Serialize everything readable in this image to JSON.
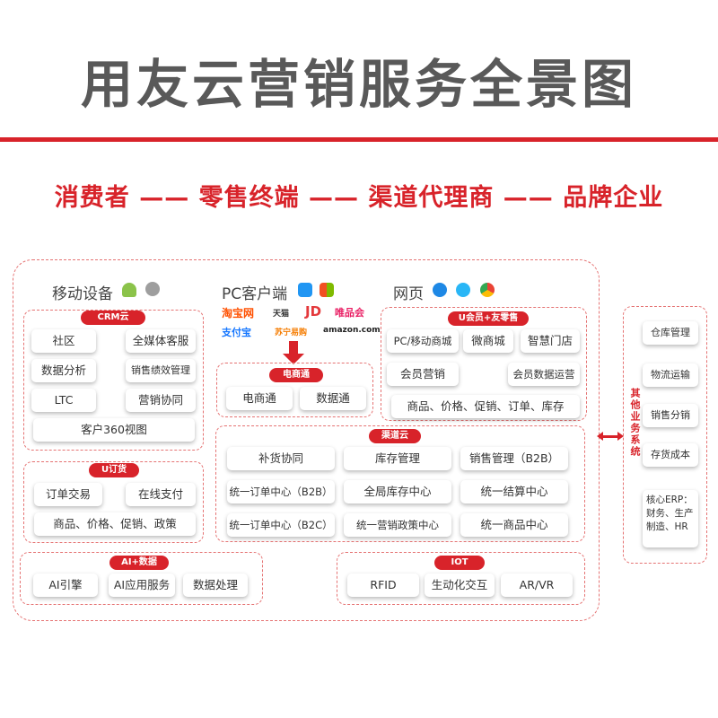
{
  "title": "用友云营销服务全景图",
  "chain": "消费者 —— 零售终端 —— 渠道代理商 —— 品牌企业",
  "heads": {
    "mobile": "移动设备",
    "pc": "PC客户端",
    "web": "网页"
  },
  "logos": {
    "taobao": "淘宝网",
    "tmall": "天猫",
    "jd": "JD",
    "vip": "唯品会",
    "alipay": "支付宝",
    "suning": "苏宁易购",
    "amazon": "amazon.com"
  },
  "crm": {
    "tag": "CRM云",
    "items": [
      "社区",
      "全媒体客服",
      "数据分析",
      "销售绩效管理",
      "LTC",
      "营销协同",
      "客户360视图"
    ]
  },
  "uorder": {
    "tag": "U订货",
    "items": [
      "订单交易",
      "在线支付",
      "商品、价格、促销、政策"
    ]
  },
  "ai": {
    "tag": "AI+数据",
    "items": [
      "AI引擎",
      "AI应用服务",
      "数据处理"
    ]
  },
  "ecom": {
    "tag": "电商通",
    "items": [
      "电商通",
      "数据通"
    ]
  },
  "channel": {
    "tag": "渠道云",
    "items": [
      "补货协同",
      "库存管理",
      "销售管理（B2B）",
      "统一订单中心（B2B）",
      "全局库存中心",
      "统一结算中心",
      "统一订单中心（B2C）",
      "统一营销政策中心",
      "统一商品中心"
    ]
  },
  "umember": {
    "tag": "U会员+友零售",
    "items": [
      "PC/移动商城",
      "微商城",
      "智慧门店",
      "会员营销",
      "会员数据运营",
      "商品、价格、促销、订单、库存"
    ]
  },
  "iot": {
    "tag": "IOT",
    "items": [
      "RFID",
      "生动化交互",
      "AR/VR"
    ]
  },
  "other": {
    "label": "其他业务系统",
    "items": [
      "仓库管理",
      "物流运输",
      "销售分销",
      "存货成本",
      "核心ERP：财务、生产制造、HR"
    ]
  },
  "colors": {
    "accent": "#d8232a",
    "title": "#595959"
  }
}
